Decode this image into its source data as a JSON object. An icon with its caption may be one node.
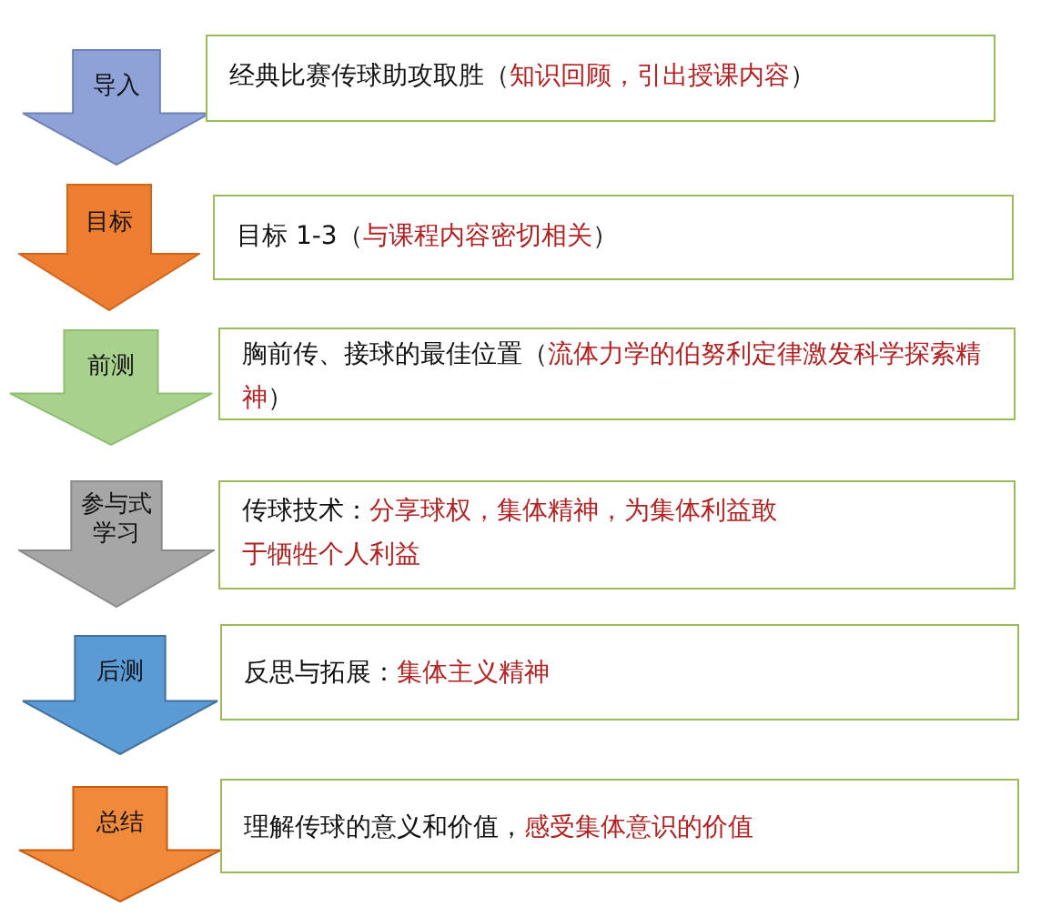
{
  "diagram": {
    "nodes": [
      {
        "text": [
          "导入"
        ]
      },
      {
        "text": [
          "经典比赛传球助攻取胜（",
          "知识回顾，引出授课内容",
          "）"
        ]
      },
      {
        "text": [
          "目标"
        ]
      },
      {
        "text": [
          "目标 1-3（",
          "与课程内容密切相关",
          "）"
        ]
      },
      {
        "text": [
          "前测"
        ]
      },
      {
        "text": [
          "胸前传、接球的最佳位置（",
          "流体力学的伯努利定律激发科学探索精神",
          "）"
        ]
      },
      {
        "text": [
          "参与式学习"
        ]
      },
      {
        "text": [
          "传球技术：",
          "分享球权，集体精神，为集体利益敢于牺牲个人利益"
        ]
      },
      {
        "text": [
          "后测"
        ]
      },
      {
        "text": [
          "反思与拓展：",
          "集体主义精神"
        ]
      },
      {
        "text": [
          "总结"
        ]
      },
      {
        "text": [
          "理解传球的意义和价值，",
          "感受集体意识的价值"
        ]
      }
    ]
  }
}
